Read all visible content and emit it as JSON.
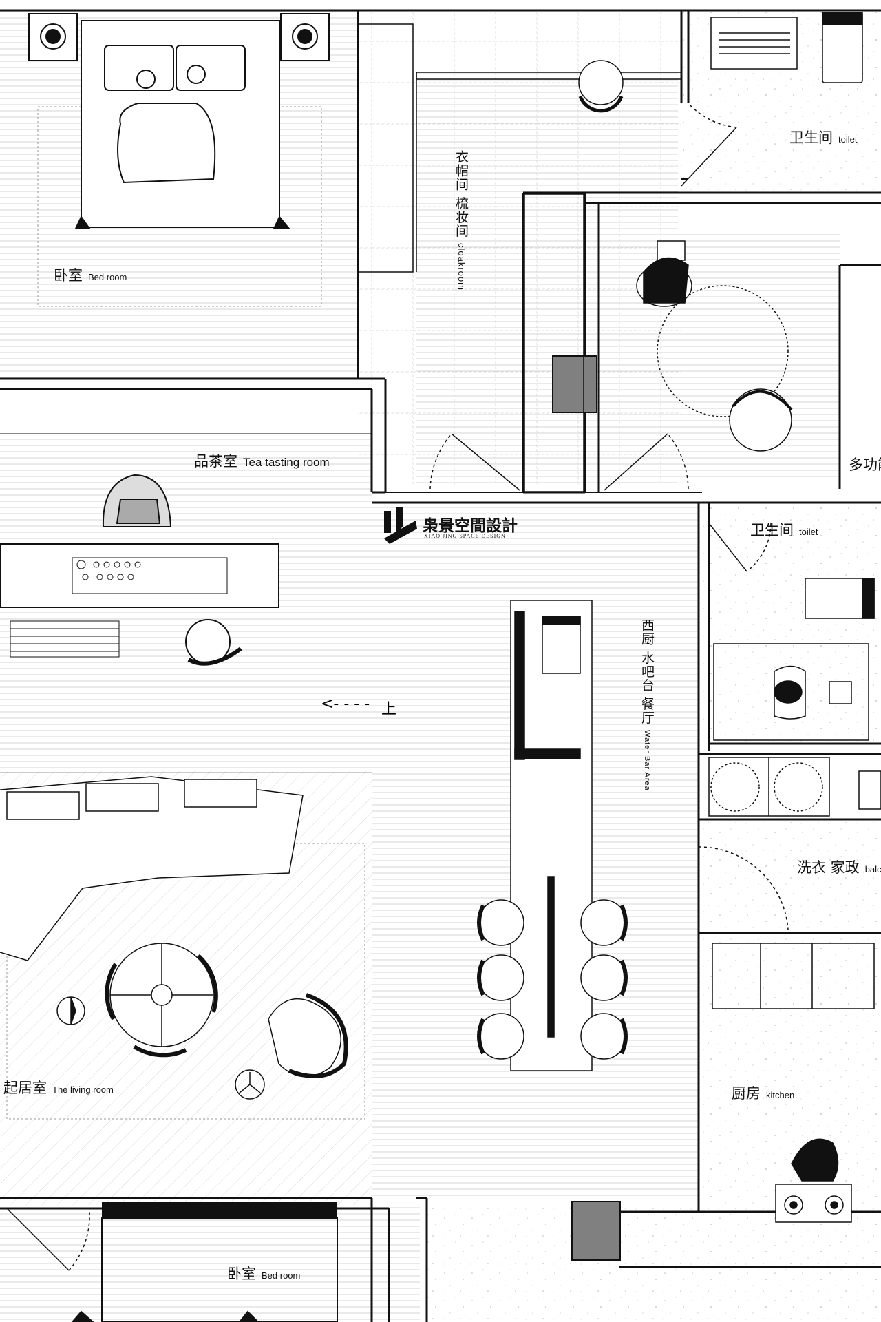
{
  "rooms": {
    "bedroom_top": {
      "zh": "卧室",
      "en": "Bed room"
    },
    "cloakroom": {
      "zh": "衣帽间 梳妆间",
      "en": "cloakroom"
    },
    "toilet_top": {
      "zh": "卫生间",
      "en": "toilet"
    },
    "multi": {
      "zh": "多功能"
    },
    "tea": {
      "zh": "品茶室",
      "en": "Tea tasting room"
    },
    "toilet_mid": {
      "zh": "卫生间",
      "en": "toilet"
    },
    "water_bar": {
      "zh": "西厨 水吧台 餐厅",
      "en": "Water Bar Area"
    },
    "living": {
      "zh": "起居室",
      "en": "The living room"
    },
    "laundry": {
      "zh": "洗衣 家政",
      "en": "balcony"
    },
    "kitchen": {
      "zh": "厨房",
      "en": "kitchen"
    },
    "bedroom_bottom": {
      "zh": "卧室",
      "en": "Bed room"
    }
  },
  "logo": {
    "title": "枭景空間設計",
    "subtitle": "XIAO JING SPACE DESIGN"
  },
  "stair": {
    "arrow": "<- - - -",
    "label": "上"
  },
  "colors": {
    "line": "#111111",
    "fill_dark": "#808080",
    "hatch": "#bdbdbd"
  }
}
